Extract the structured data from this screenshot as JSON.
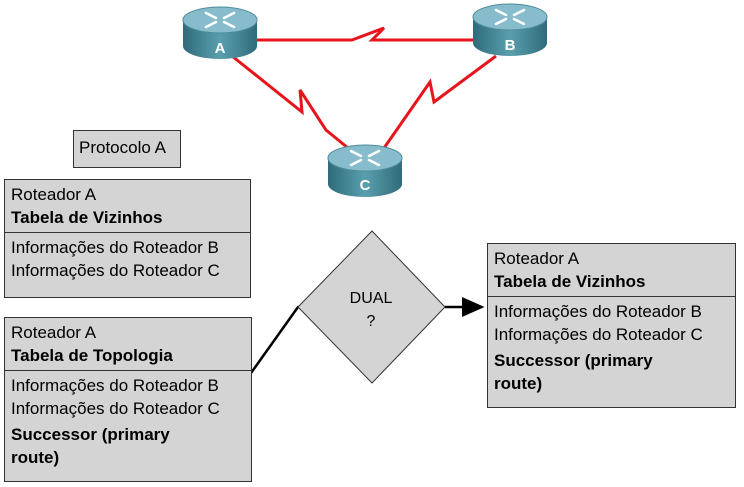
{
  "routers": [
    {
      "id": "A",
      "label": "A"
    },
    {
      "id": "B",
      "label": "B"
    },
    {
      "id": "C",
      "label": "C"
    }
  ],
  "protocol_label": "Protocolo A",
  "neighbor_table_left": {
    "title": "Roteador A",
    "subtitle": "Tabela de Vizinhos",
    "rows": [
      "Informações do Roteador B",
      "Informações do Roteador C"
    ]
  },
  "topology_table": {
    "title": "Roteador A",
    "subtitle": "Tabela de Topologia",
    "rows": [
      "Informações do Roteador B",
      "Informações do Roteador C"
    ],
    "successor_line1": "Successor (primary",
    "successor_line2": "route)"
  },
  "dual": {
    "label": "DUAL",
    "question": "?"
  },
  "neighbor_table_right": {
    "title": "Roteador A",
    "subtitle": "Tabela de Vizinhos",
    "rows": [
      "Informações do Roteador B",
      "Informações do Roteador C"
    ],
    "successor_line1": "Successor (primary",
    "successor_line2": "route)"
  },
  "colors": {
    "link": "#e8141b",
    "router_top": "#7fb7c4",
    "router_body": "#3e7f8f",
    "box_fill": "#d4d4d4",
    "diamond_fill": "#d4d4d4"
  }
}
